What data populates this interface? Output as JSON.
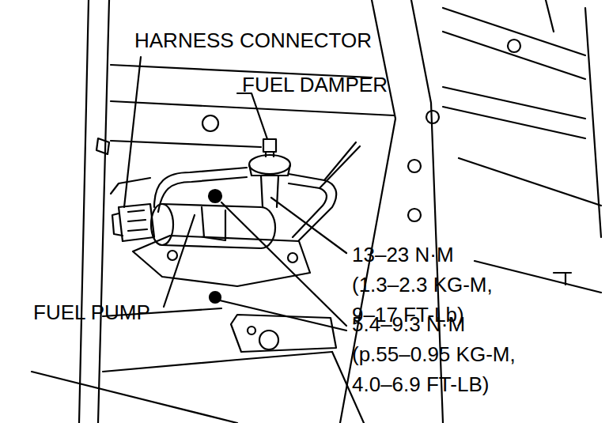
{
  "diagram": {
    "labels": [
      "HARNESS CONNECTOR",
      "FUEL DAMPER",
      "FUEL PUMP",
      "13–23 N·M (1.3–2.3 KG-M, 9–17 FT-Lb)",
      "5.4–9.3 N·M (p.55–0.95 KG-M, 4.0–6.9 FT-LB)"
    ]
  }
}
